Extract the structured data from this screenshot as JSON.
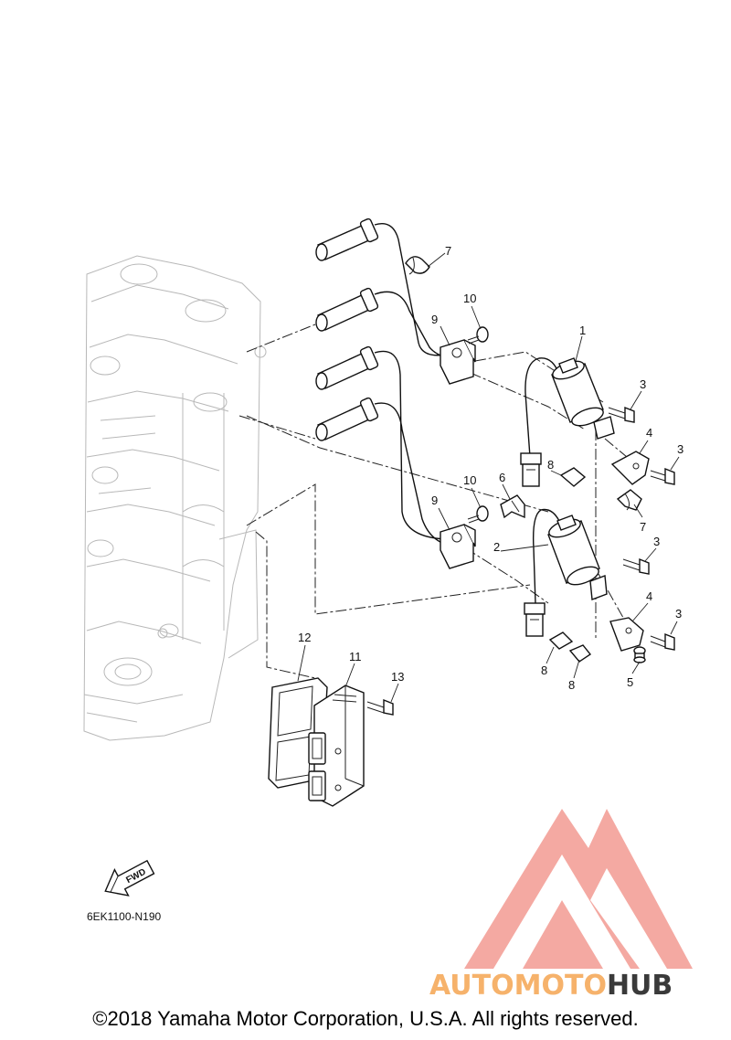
{
  "diagram": {
    "callouts": {
      "c1": "1",
      "c2": "2",
      "c3a": "3",
      "c3b": "3",
      "c3c": "3",
      "c3d": "3",
      "c4a": "4",
      "c4b": "4",
      "c5": "5",
      "c6": "6",
      "c7a": "7",
      "c7b": "7",
      "c8a": "8",
      "c8b": "8",
      "c8c": "8",
      "c9a": "9",
      "c9b": "9",
      "c10a": "10",
      "c10b": "10",
      "c11": "11",
      "c12": "12",
      "c13": "13"
    },
    "fwd_label": "FWD",
    "drawing_code": "6EK1100-N190"
  },
  "watermark": {
    "word_part1": "AUTOMOTO",
    "word_part2": "HUB",
    "colors": {
      "triangle": "#f29a92",
      "text_primary": "#f6b26b",
      "text_secondary": "#3a3a3a"
    }
  },
  "footer": {
    "copyright": "©2018 Yamaha Motor Corporation, U.S.A. All rights reserved."
  }
}
